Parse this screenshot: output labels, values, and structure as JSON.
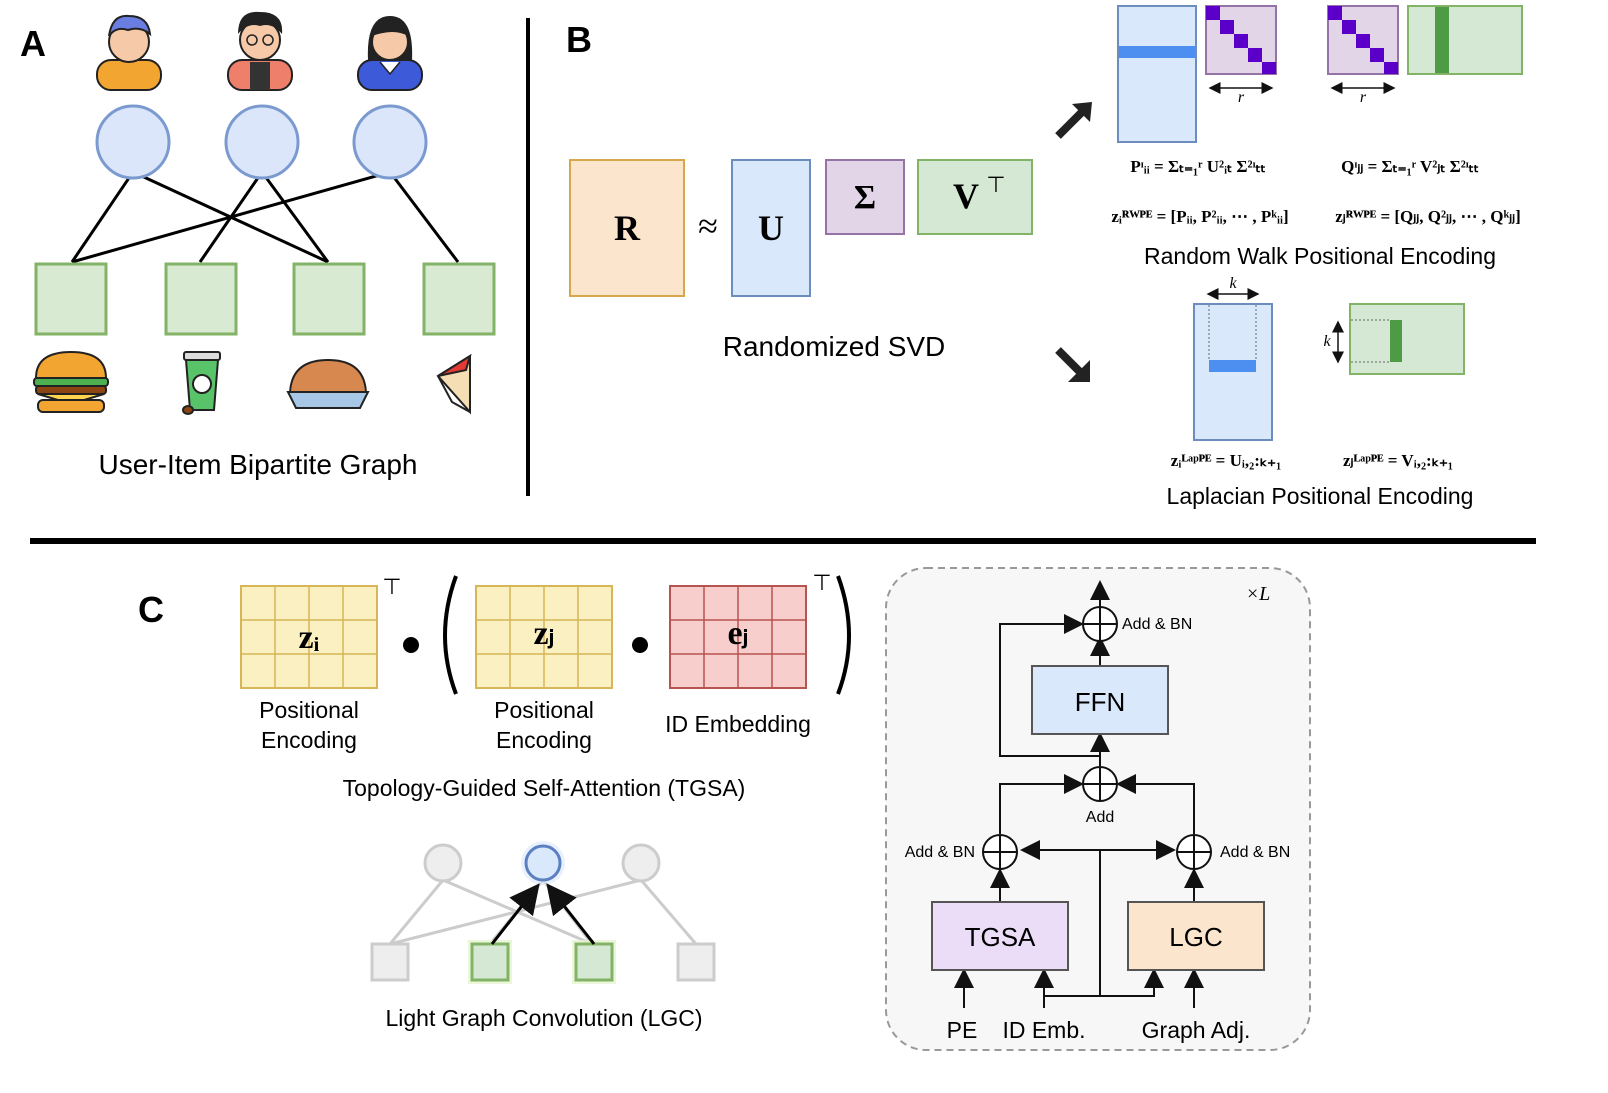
{
  "panels": {
    "a": {
      "letter": "A",
      "caption": "User-Item Bipartite Graph",
      "users": [
        "user",
        "user",
        "user"
      ],
      "items": [
        "burger",
        "coffee",
        "pie",
        "sandwich"
      ]
    },
    "b": {
      "letter": "B",
      "matrix_r": "R",
      "approx": "≈",
      "matrix_u": "U",
      "matrix_sigma": "Σ",
      "matrix_v": "V",
      "transpose": "⊤",
      "caption_svd": "Randomized SVD",
      "r_label": "r",
      "k_label": "k",
      "rwpe": {
        "formula_p": "Pᶦᵢᵢ = Σₜ₌₁ʳ U²ᵢₜ Σ²ᶦₜₜ",
        "formula_q": "Qᶦⱼⱼ = Σₜ₌₁ʳ V²ⱼₜ Σ²ᶦₜₜ",
        "formula_zi": "zᵢᴿᵂᴾᴱ = [Pᵢᵢ, P²ᵢᵢ, ⋯ , Pᵏᵢᵢ]",
        "formula_zj": "zⱼᴿᵂᴾᴱ = [Qⱼⱼ, Q²ⱼⱼ, ⋯ , Qᵏⱼⱼ]",
        "caption": "Random Walk Positional Encoding"
      },
      "lappe": {
        "formula_zi": "zᵢᴸᵃᵖᴾᴱ = Uᵢ,₂:ₖ₊₁",
        "formula_zj": "zⱼᴸᵃᵖᴾᴱ = Vᵢ,₂:ₖ₊₁",
        "caption": "Laplacian Positional Encoding"
      }
    },
    "c": {
      "letter": "C",
      "zi": "zᵢ",
      "zj": "zⱼ",
      "ej": "eⱼ",
      "transpose": "⊤",
      "label_pe1_line1": "Positional",
      "label_pe1_line2": "Encoding",
      "label_pe2_line1": "Positional",
      "label_pe2_line2": "Encoding",
      "label_id": "ID Embedding",
      "caption_tgsa": "Topology-Guided Self-Attention (TGSA)",
      "caption_lgc": "Light Graph Convolution (LGC)",
      "block": {
        "repeat": "×L",
        "ffn": "FFN",
        "tgsa": "TGSA",
        "lgc": "LGC",
        "add_bn_top": "Add & BN",
        "add_mid": "Add",
        "add_bn_left": "Add & BN",
        "add_bn_right": "Add & BN",
        "input_pe": "PE",
        "input_id": "ID Emb.",
        "input_graph": "Graph Adj."
      }
    }
  },
  "colors": {
    "user_node": "#dce6fa",
    "user_stroke": "#7b9bd0",
    "item_node": "#d8ead2",
    "item_stroke": "#82b366",
    "orange_fill": "#fbe5cc",
    "orange_stroke": "#d6a84b",
    "blue_fill": "#dae8fc",
    "blue_stroke": "#6c8ebf",
    "purple_fill": "#e1d5e7",
    "purple_stroke": "#9673a6",
    "green_fill": "#d5e8d4",
    "green_stroke": "#82b366",
    "yellow_fill": "#fbf0c2",
    "yellow_stroke": "#d6b656",
    "red_fill": "#f8cecc",
    "red_stroke": "#b85450",
    "diag": "#5b00c8",
    "highlight_blue": "#4d8ff0",
    "highlight_green": "#4e9a45"
  }
}
